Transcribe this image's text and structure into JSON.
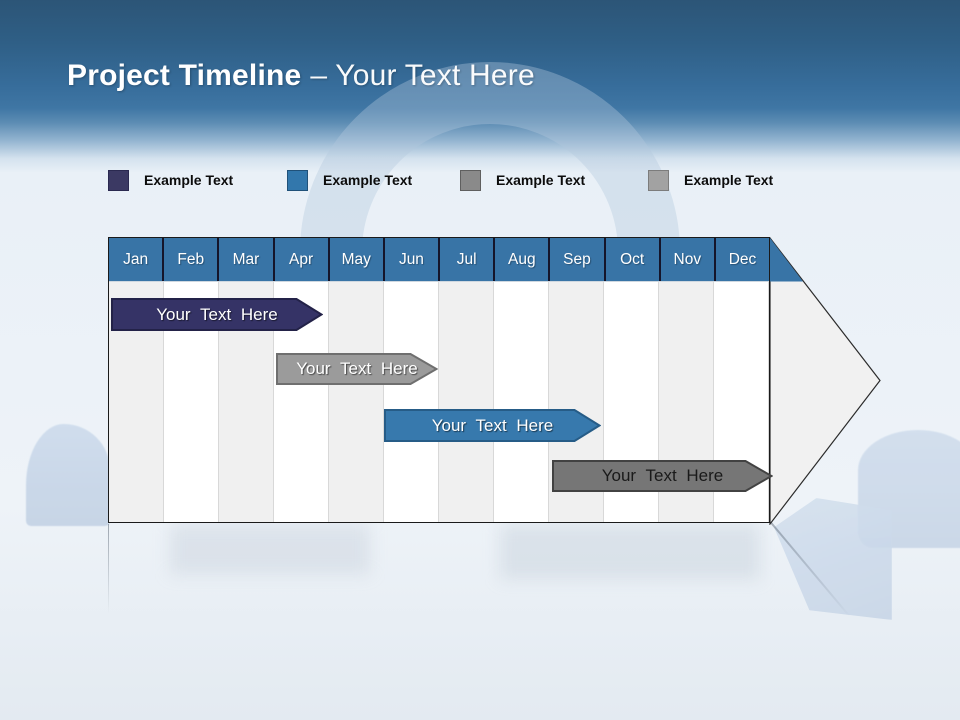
{
  "header": {
    "title_bold": "Project Timeline",
    "title_rest": "– Your Text Here"
  },
  "legend": {
    "items": [
      {
        "label": "Example Text",
        "color": "#3b3963",
        "border": "#2a2950"
      },
      {
        "label": "Example Text",
        "color": "#3277ac",
        "border": "#205179"
      },
      {
        "label": "Example Text",
        "color": "#8a8a8a",
        "border": "#5f5f5f"
      },
      {
        "label": "Example Text",
        "color": "#a2a2a2",
        "border": "#7c7c7c"
      }
    ]
  },
  "timeline": {
    "months": [
      "Jan",
      "Feb",
      "Mar",
      "Apr",
      "May",
      "Jun",
      "Jul",
      "Aug",
      "Sep",
      "Oct",
      "Nov",
      "Dec"
    ],
    "header_color": "#3874a6",
    "bars": [
      {
        "label": "Your Text Here",
        "fill": "#353366",
        "border": "#232248",
        "text_color": "#ffffff",
        "row": 1,
        "start_month": "Jan",
        "end_month": "Apr"
      },
      {
        "label": "Your Text Here",
        "fill": "#9b9b9b",
        "border": "#6f6f6f",
        "text_color": "#ffffff",
        "row": 2,
        "start_month": "Apr",
        "end_month": "Jun"
      },
      {
        "label": "Your Text Here",
        "fill": "#3779ad",
        "border": "#265c87",
        "text_color": "#ffffff",
        "row": 3,
        "start_month": "Jun",
        "end_month": "Sep"
      },
      {
        "label": "Your Text Here",
        "fill": "#767676",
        "border": "#424242",
        "text_color": "#1a1a1a",
        "row": 4,
        "start_month": "Sep",
        "end_month": "Dec"
      }
    ]
  }
}
